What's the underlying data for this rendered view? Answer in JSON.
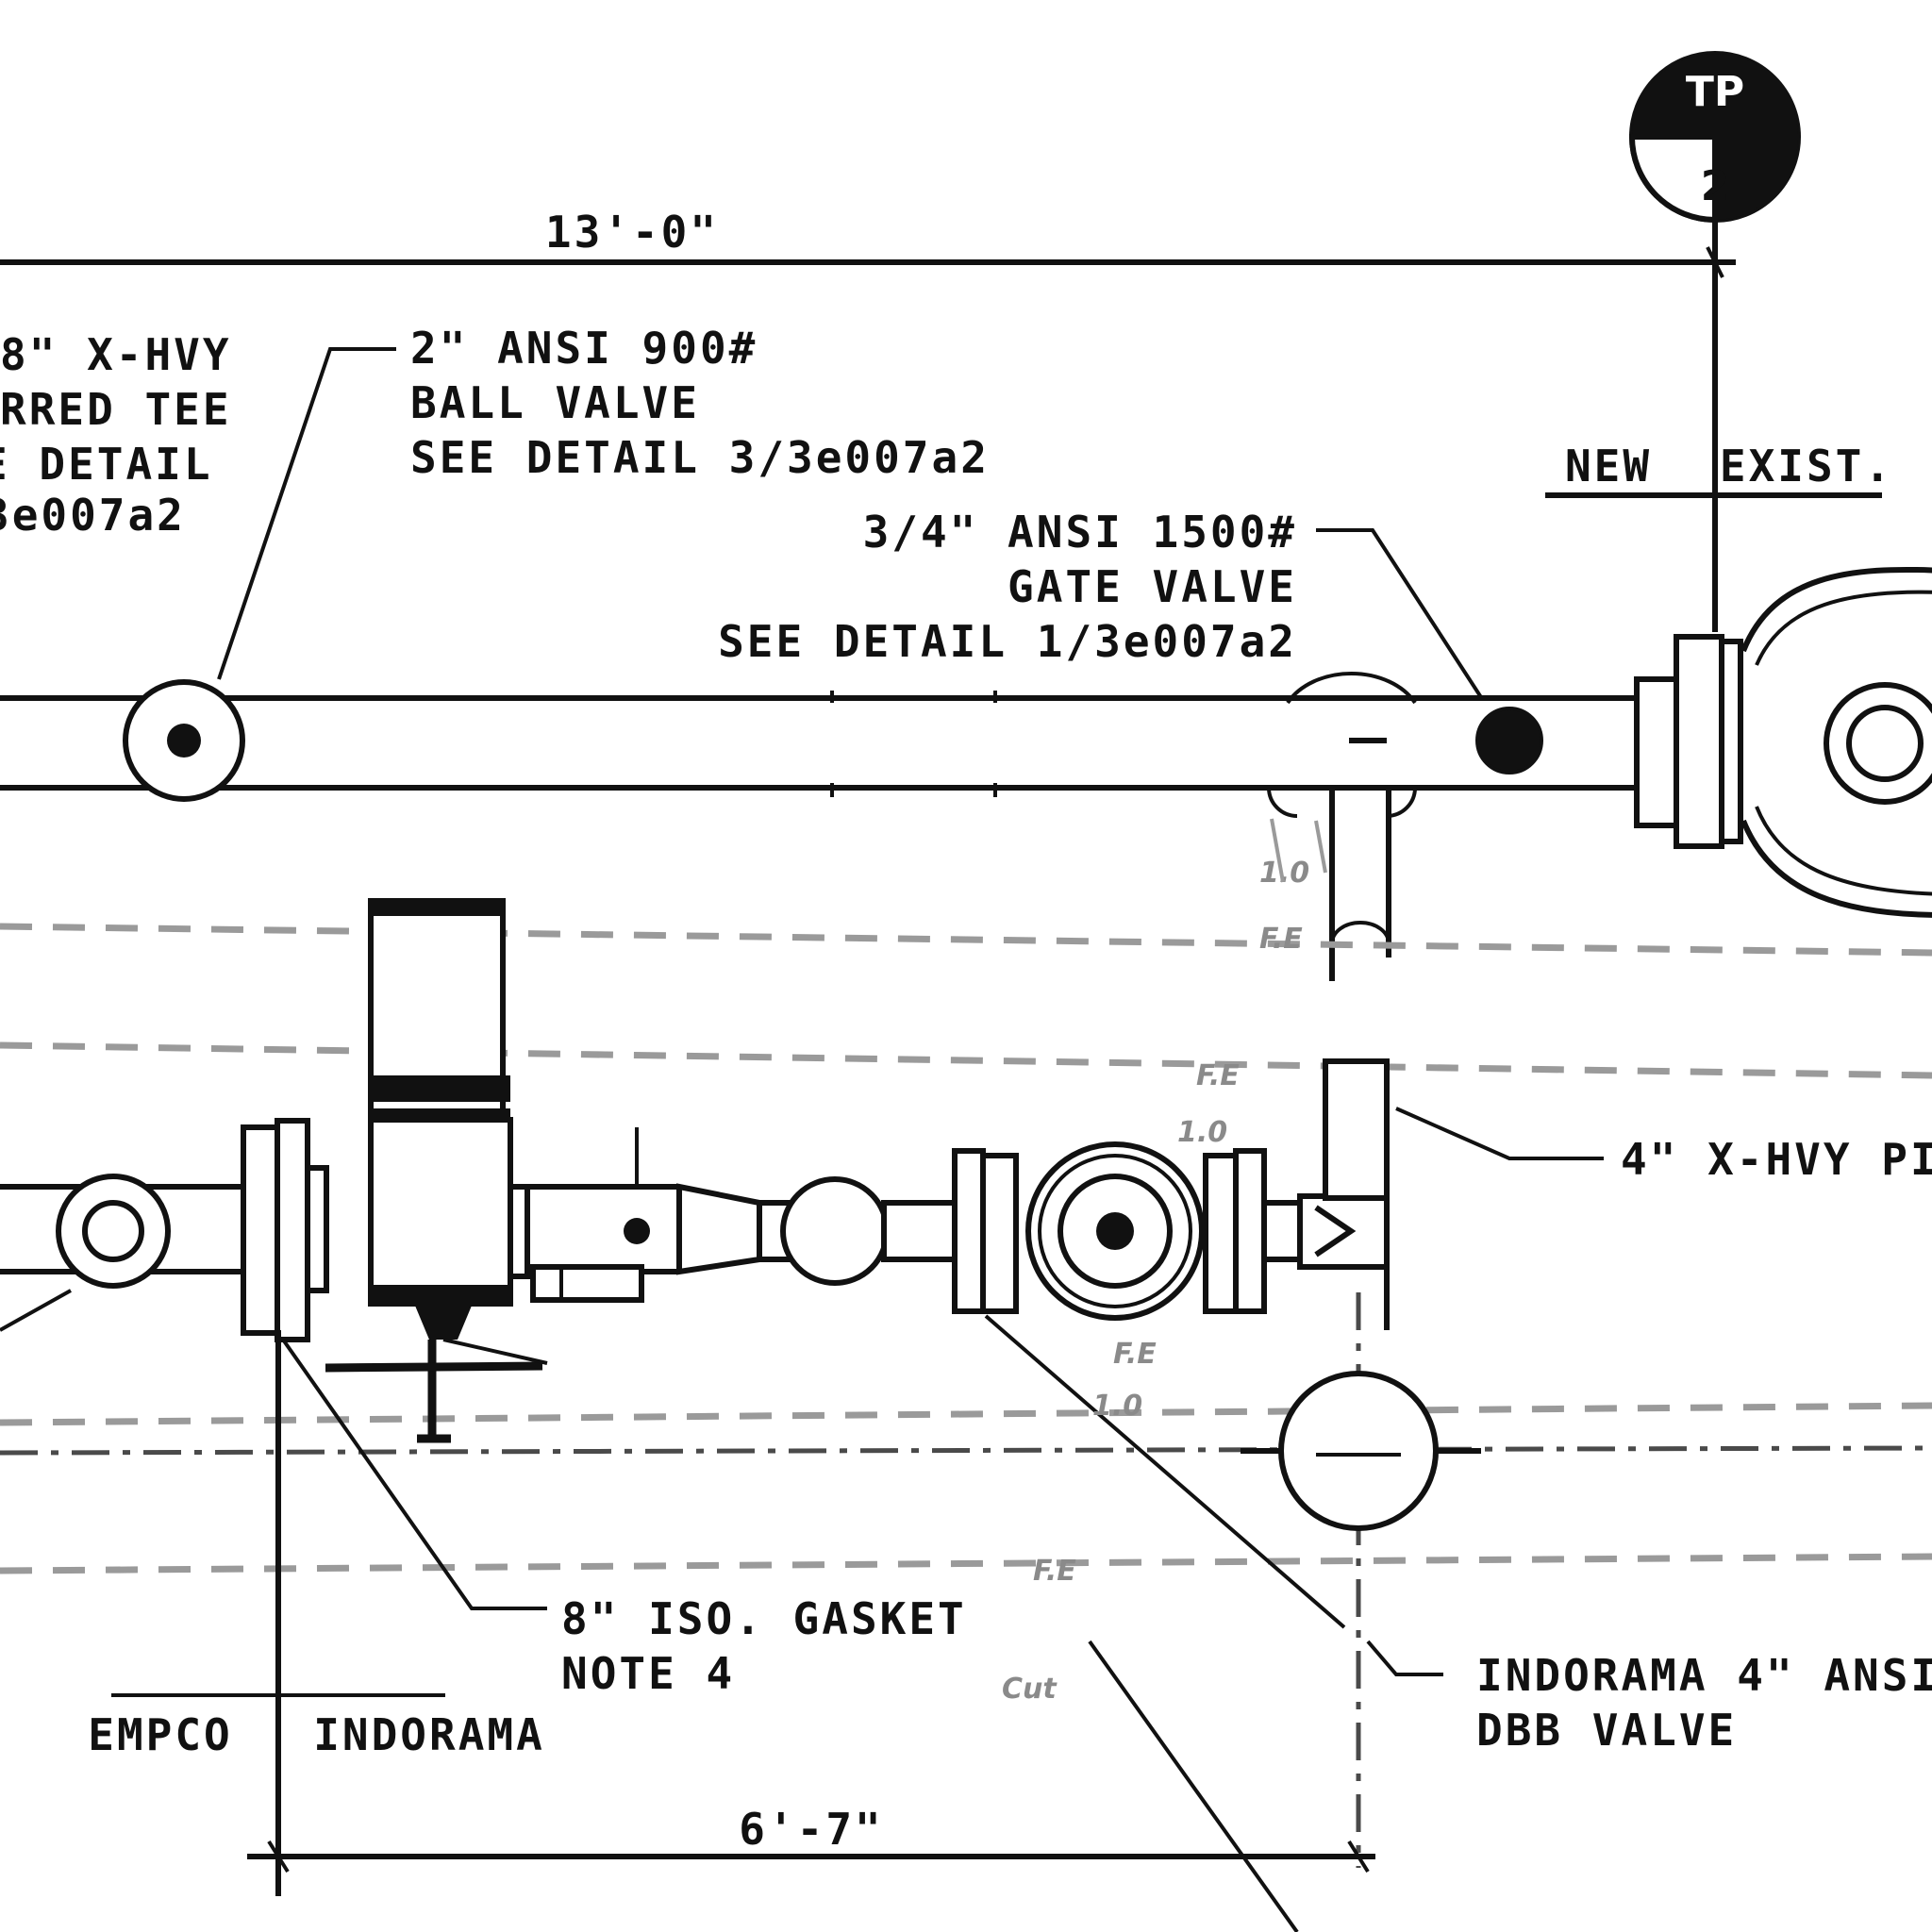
{
  "drawing": {
    "section_tag": {
      "top": "TP",
      "bottom": "2"
    },
    "dimensions": {
      "top_overall": "13'-0\"",
      "bottom_overall": "6'-7\""
    },
    "labels": {
      "tee_partial": [
        "8\" X-HVY",
        "RRED TEE",
        "E DETAIL",
        "3e007a2"
      ],
      "ball_valve": [
        "2\" ANSI 900#",
        "BALL VALVE",
        "SEE DETAIL 3/3e007a2"
      ],
      "gate_valve": [
        "3/4\" ANSI 1500#",
        "GATE VALVE",
        "SEE DETAIL 1/3e007a2"
      ],
      "new": "NEW",
      "exist": "EXIST.",
      "pipe_partial": "4\" X-HVY PI",
      "iso_gasket": [
        "8\" ISO. GASKET",
        "NOTE 4"
      ],
      "empco": "EMPCO",
      "indorama_left": "INDORAMA",
      "dbb_valve": [
        "INDORAMA 4\" ANSI",
        "DBB VALVE"
      ]
    },
    "gray_annotations": [
      "1.0",
      "F.E",
      "1.0",
      "F.E",
      "F.E",
      "1.0",
      "F.E",
      "Cut"
    ]
  }
}
